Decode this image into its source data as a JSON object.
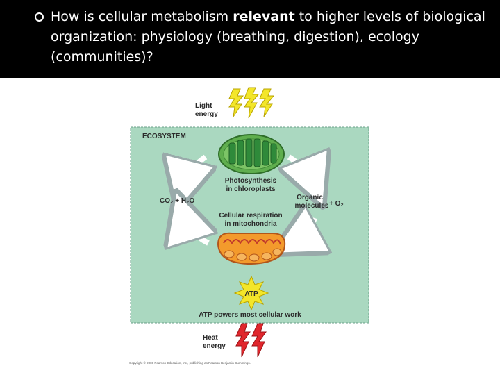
{
  "question": {
    "part1": "How is cellular metabolism ",
    "emphasis": "relevant",
    "part2": " to higher levels of biological organization: physiology (breathing, digestion), ecology (communities)?"
  },
  "diagram": {
    "light_energy_line1": "Light",
    "light_energy_line2": "energy",
    "ecosystem": "ECOSYSTEM",
    "photosynthesis_line1": "Photosynthesis",
    "photosynthesis_line2": "in chloroplasts",
    "co2_h2o": "CO₂ + H₂O",
    "organic_line1": "Organic",
    "organic_line2": "molecules",
    "o2": "+ O₂",
    "respiration_line1": "Cellular respiration",
    "respiration_line2": "in mitochondria",
    "atp": "ATP",
    "atp_powers": "ATP powers most cellular work",
    "heat_energy_line1": "Heat",
    "heat_energy_line2": "energy",
    "copyright": "Copyright © 2008 Pearson Education, Inc., publishing as Pearson Benjamin Cummings."
  },
  "colors": {
    "ecosystem_fill": "#aad8c0",
    "light_bolt": "#f3e62a",
    "heat_bolt": "#e0262c",
    "arrow": "#ffffff"
  }
}
